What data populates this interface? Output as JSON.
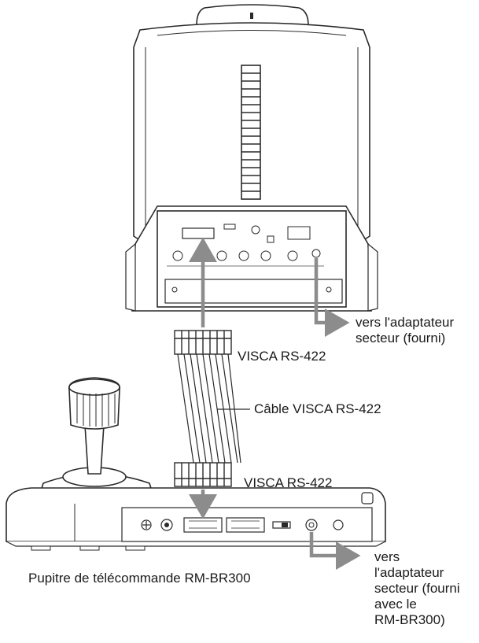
{
  "labels": {
    "camera_power": "vers l'adaptateur\nsecteur (fourni)",
    "visca_top": "VISCA RS-422",
    "cable": "Câble VISCA RS-422",
    "visca_bottom": "VISCA RS-422",
    "controller": "Pupitre de télécommande RM-BR300",
    "controller_power": "vers\nl'adaptateur\nsecteur (fourni\navec le\nRM-BR300)"
  },
  "colors": {
    "arrow": "#8c8c8c",
    "outline": "#2a2a2a",
    "device_fill": "#ffffff",
    "shade": "#d9d9d9"
  }
}
